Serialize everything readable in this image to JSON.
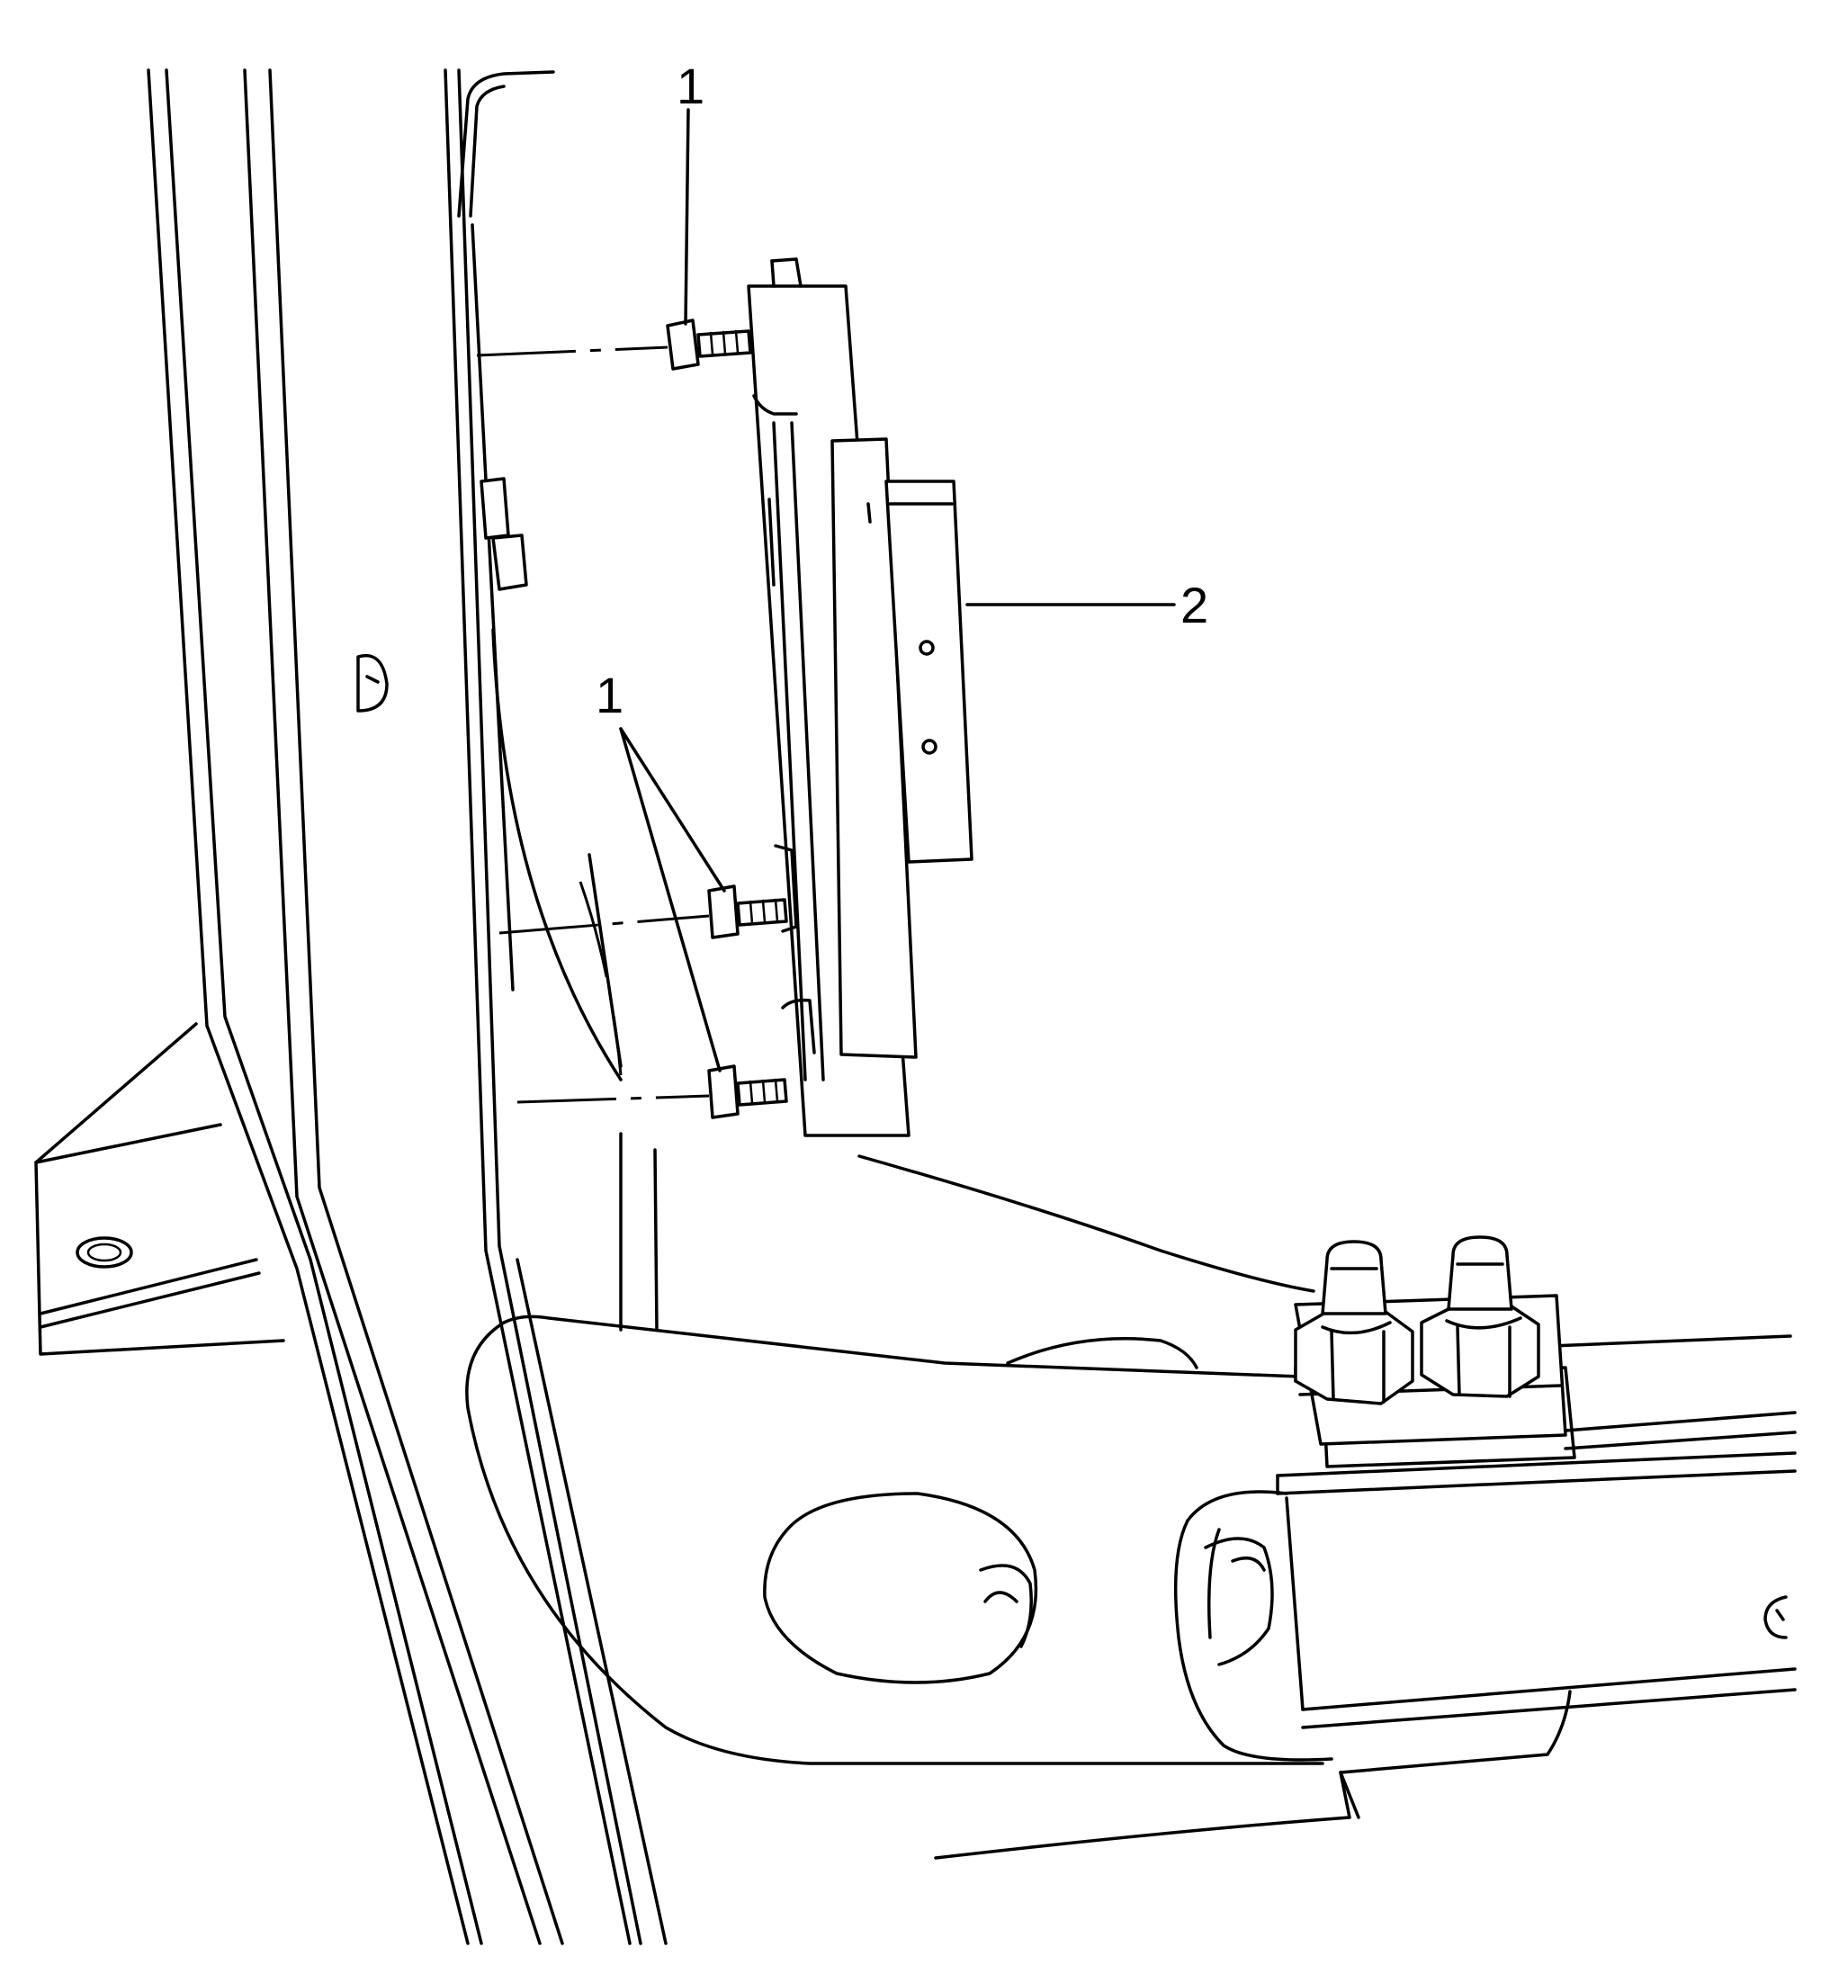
{
  "callouts": [
    {
      "id": "upper-fastener",
      "label": "1"
    },
    {
      "id": "lower-fasteners",
      "label": "1"
    },
    {
      "id": "module",
      "label": "2"
    }
  ],
  "colors": {
    "line": "#000000",
    "background": "#ffffff"
  }
}
